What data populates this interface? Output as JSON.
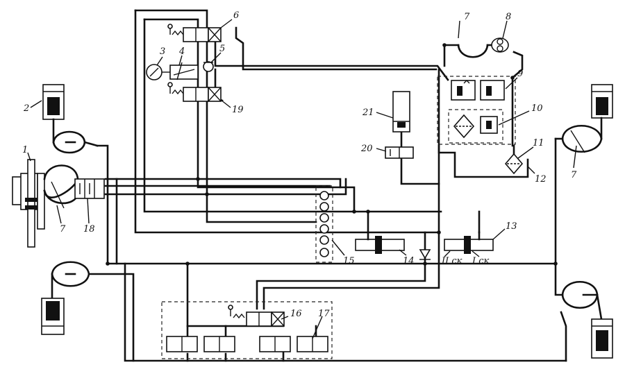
{
  "labels": {
    "l1": "1",
    "l2": "2",
    "l3": "3",
    "l4": "4",
    "l5": "5",
    "l6": "6",
    "l7a": "7",
    "l7b": "7",
    "l7c": "7",
    "l8": "8",
    "l9": "9",
    "l10": "10",
    "l11": "11",
    "l12": "12",
    "l13": "13",
    "l14": "14",
    "l15": "15",
    "l16": "16",
    "l17": "17",
    "l18": "18",
    "l19": "19",
    "l20": "20",
    "l21": "21",
    "speed2": "II ск",
    "speed1": "I ск"
  }
}
